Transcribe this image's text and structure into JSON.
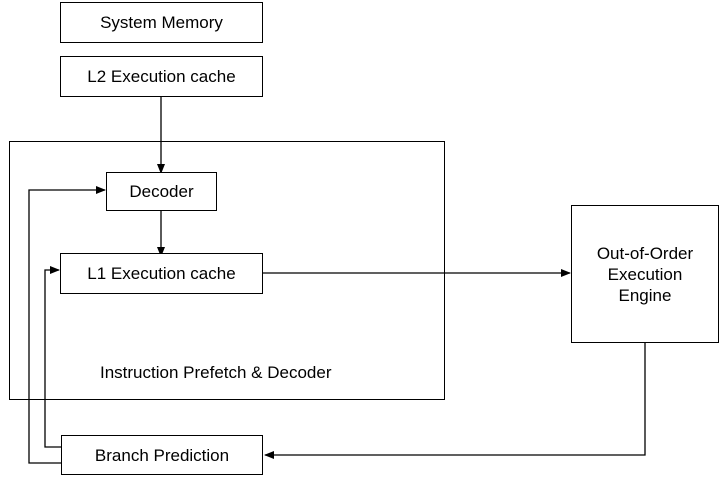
{
  "diagram": {
    "container_label": "Instruction Prefetch & Decoder",
    "nodes": {
      "system_memory": "System Memory",
      "l2_cache": "L2 Execution cache",
      "decoder": "Decoder",
      "l1_cache": "L1 Execution cache",
      "ooo_engine": "Out-of-Order\nExecution\nEngine",
      "branch_prediction": "Branch Prediction"
    },
    "edges": [
      {
        "from": "l2_cache",
        "to": "decoder"
      },
      {
        "from": "decoder",
        "to": "l1_cache"
      },
      {
        "from": "l1_cache",
        "to": "ooo_engine"
      },
      {
        "from": "ooo_engine",
        "to": "branch_prediction"
      },
      {
        "from": "branch_prediction",
        "to": "decoder"
      },
      {
        "from": "branch_prediction",
        "to": "l1_cache"
      }
    ]
  }
}
